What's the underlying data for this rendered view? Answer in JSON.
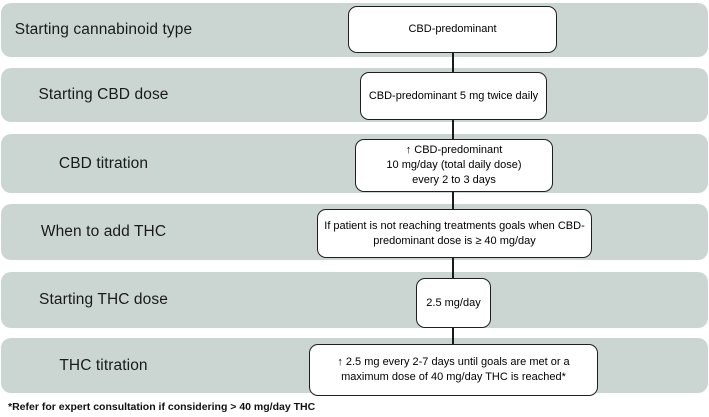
{
  "colors": {
    "band": "#cbd6d3",
    "box_border": "#1f1f1f",
    "text": "#1a1a1a",
    "background": "#ffffff"
  },
  "rows": [
    {
      "label": "Starting cannabinoid type",
      "box_lines": [
        "CBD-predominant"
      ]
    },
    {
      "label": "Starting CBD dose",
      "box_lines": [
        "CBD-predominant 5 mg twice daily"
      ]
    },
    {
      "label": "CBD titration",
      "box_lines": [
        "↑ CBD-predominant",
        "10 mg/day (total daily dose)",
        "every 2 to 3 days"
      ]
    },
    {
      "label": "When to add THC",
      "box_lines": [
        "If patient is not reaching treatments goals when CBD-",
        "predominant dose is ≥ 40 mg/day"
      ]
    },
    {
      "label": "Starting THC dose",
      "box_lines": [
        "2.5 mg/day"
      ]
    },
    {
      "label": "THC titration",
      "box_lines": [
        "↑ 2.5 mg every 2-7 days until goals are met or a",
        "maximum dose of 40 mg/day THC is reached*"
      ]
    }
  ],
  "footnote": "*Refer for expert consultation if considering > 40 mg/day THC"
}
